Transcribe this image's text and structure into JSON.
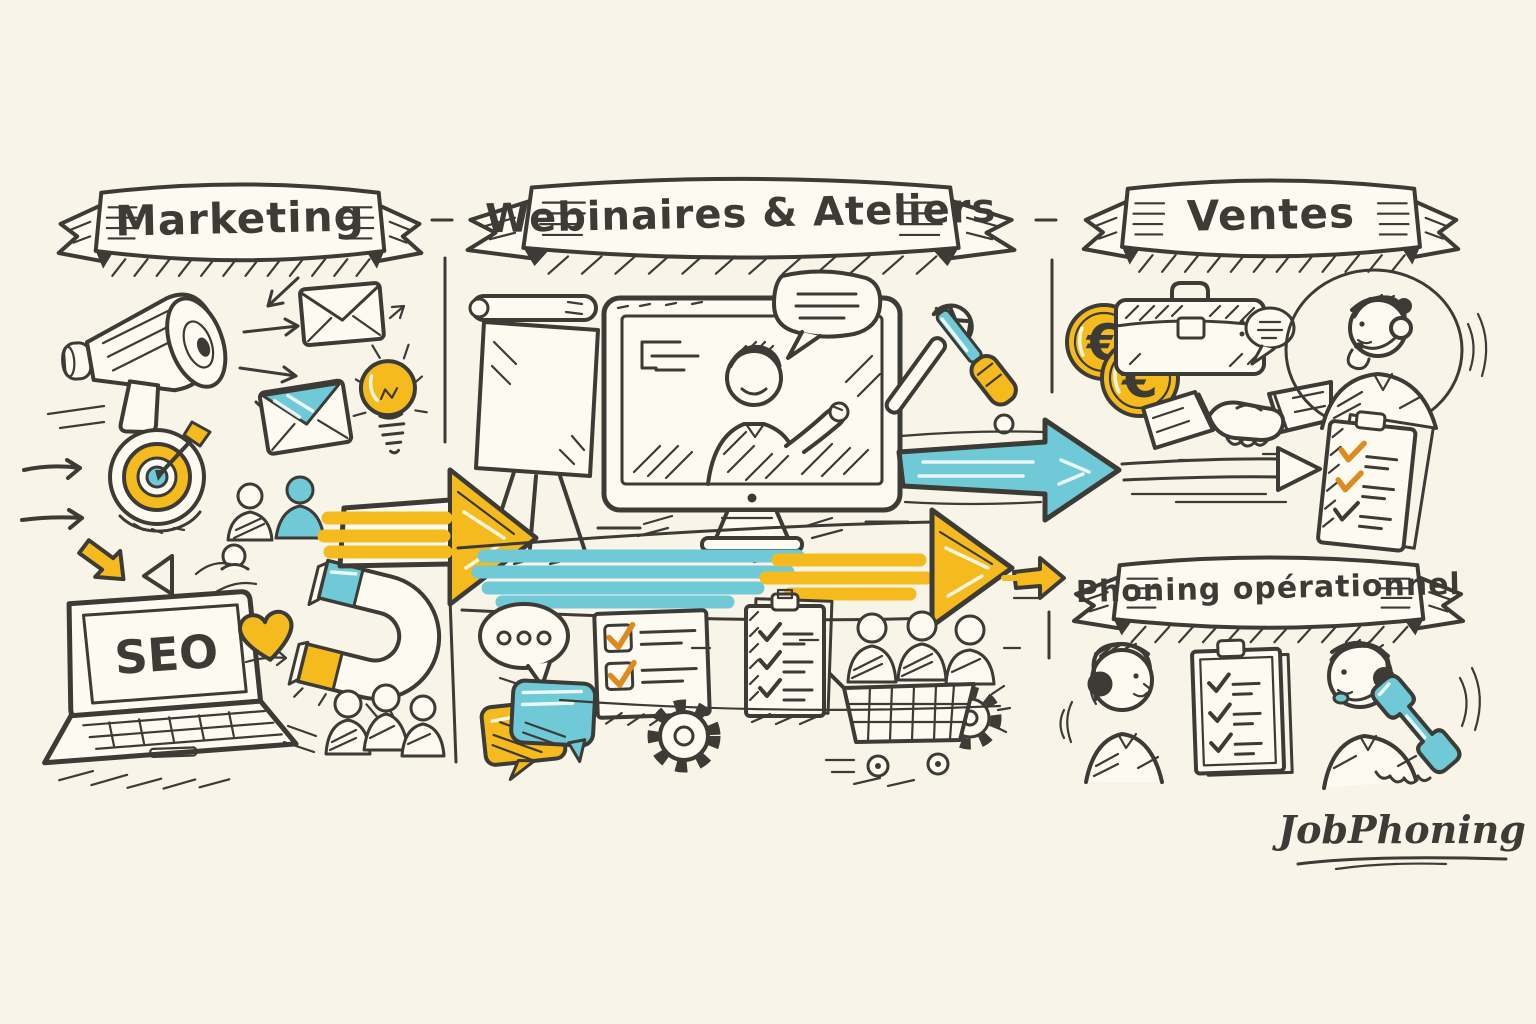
{
  "palette": {
    "background": "#f8f4e8",
    "ink": "#3c3b36",
    "paper": "#fdfaf1",
    "yellow": "#f5ba1e",
    "teal": "#6fc9d6",
    "orange": "#dd8a1f"
  },
  "sections": {
    "marketing": {
      "banner_label": "Marketing",
      "icons": [
        "megaphone",
        "spread-arrows",
        "envelope",
        "envelope-teal",
        "lightbulb",
        "target-with-arrow",
        "input-arrows",
        "audience-group",
        "yellow-down-arrow",
        "cursor-triangle",
        "seo-laptop",
        "heart",
        "lead-magnet",
        "leads-group"
      ]
    },
    "webinars": {
      "banner_label": "Webinaires & Ateliers",
      "icons": [
        "flipchart",
        "webinar-monitor",
        "speech-bubble",
        "crossed-tools",
        "typing-bubble",
        "chat-bubbles",
        "checklist-card",
        "gear",
        "clipboard",
        "attendees-group",
        "shopping-cart"
      ]
    },
    "sales": {
      "banner_label": "Ventes",
      "icons": [
        "euro-coins",
        "briefcase",
        "small-speech-bubble",
        "handshake",
        "support-agent-circle",
        "checked-clipboard",
        "thin-outline-arrow"
      ]
    },
    "phoning": {
      "banner_label": "Phoning opérationnel",
      "icons": [
        "agent-woman-headset",
        "call-clipboard",
        "agent-man-phone"
      ]
    }
  },
  "flow_arrows": [
    "marketing-to-webinars-yellow",
    "webinars-to-sales-teal",
    "webinars-to-phoning-long-teal-yellow",
    "small-yellow-into-phoning",
    "sales-thin-progress-arrow"
  ],
  "laptop": {
    "screen_text": "SEO"
  },
  "currency": {
    "symbol": "€"
  },
  "logo": {
    "text": "JobPhoning"
  }
}
